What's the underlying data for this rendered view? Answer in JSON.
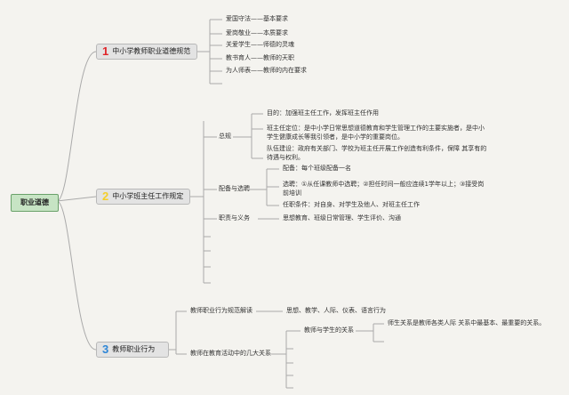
{
  "root": {
    "label": "职业道德"
  },
  "colors": {
    "accent_red": "#e0262a",
    "accent_yellow": "#f5cf2a",
    "accent_blue": "#2e86d6",
    "line": "#aaaaaa"
  },
  "sections": [
    {
      "number": "1",
      "title": "中小学教师职业道德规范",
      "items": [
        "爱国守法——基本要求",
        "爱岗敬业——本质要求",
        "关爱学生——师德的灵魂",
        "教书育人——教师的天职",
        "为人师表——教师的内在要求"
      ]
    },
    {
      "number": "2",
      "title": "中小学班主任工作规定",
      "branches": [
        {
          "label": "总规",
          "items": [
            "目的：加强班主任工作，发挥班主任作用",
            "班主任定位：是中小学日常思想道德教育和学生管理工作的主要实施者，是中小学生健康成长等我引领者，是中小学的重要岗位。",
            "队伍建设：政府有关部门、学校为班主任开展工作创造有利条件，保障 其享有的待遇与权利。"
          ]
        },
        {
          "label": "配备与选聘",
          "items": [
            "配备：每个班级配备一名",
            "选聘：①从任课教师中选聘；②担任时间一般应连续1学年以上；③接受岗前培训",
            "任职条件：对自身、对学生及他人、对班主任工作"
          ]
        },
        {
          "label": "职责与义务",
          "items": [
            "思想教育、班级日常管理、学生评价、沟通"
          ]
        }
      ]
    },
    {
      "number": "3",
      "title": "教师职业行为",
      "branches": [
        {
          "label": "教师职业行为规范解读",
          "items": [
            "思想、教学、人际、仪表、语言行为"
          ]
        },
        {
          "label": "教师在教育活动中的几大关系",
          "sub": {
            "label": "教师与学生的关系",
            "items": [
              "师生关系是教师各类人际 关系中最基本、最重要的关系。"
            ]
          }
        }
      ]
    }
  ]
}
